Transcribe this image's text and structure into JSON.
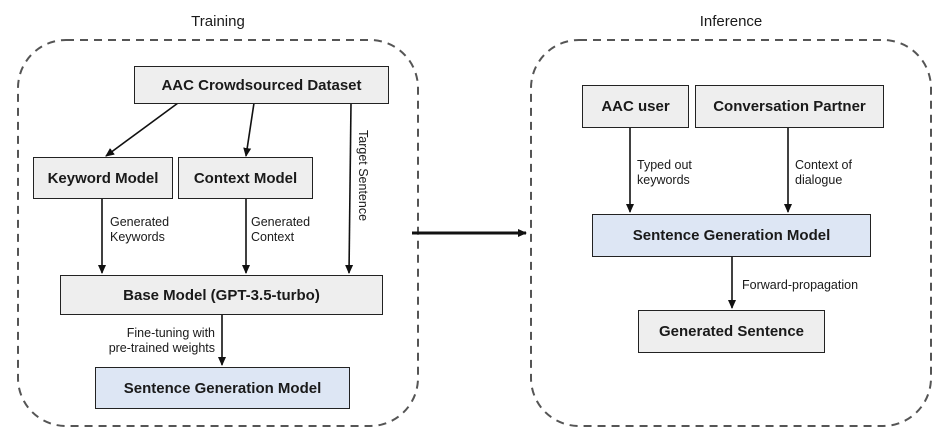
{
  "training": {
    "title": "Training",
    "dataset": "AAC Crowdsourced Dataset",
    "keyword_model": "Keyword Model",
    "context_model": "Context Model",
    "target_sentence": "Target Sentence",
    "generated_keywords": [
      "Generated",
      "Keywords"
    ],
    "generated_context": [
      "Generated",
      "Context"
    ],
    "base_model": "Base Model (GPT-3.5-turbo)",
    "fine_tuning": [
      "Fine-tuning with",
      "pre-trained weights"
    ],
    "sentence_model": "Sentence Generation Model"
  },
  "inference": {
    "title": "Inference",
    "aac_user": "AAC user",
    "conversation_partner": "Conversation Partner",
    "typed_out": [
      "Typed out",
      "keywords"
    ],
    "context_of": [
      "Context of",
      "dialogue"
    ],
    "sentence_model": "Sentence Generation Model",
    "forward": "Forward-propagation",
    "generated_sentence": "Generated Sentence"
  },
  "colors": {
    "box_fill": "#eeeeee",
    "highlight_fill": "#dde6f4",
    "border": "#222222"
  }
}
